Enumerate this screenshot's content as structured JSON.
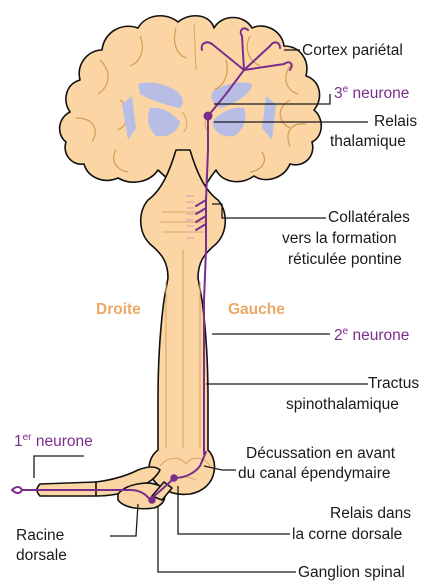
{
  "labels": {
    "cortex": "Cortex pariétal",
    "neuron3_prefix": "3",
    "neuron3_sup": "e",
    "neuron3_suffix": " neurone",
    "relais_thal_1": "Relais",
    "relais_thal_2": "thalamique",
    "collat_1": "Collatérales",
    "collat_2": "vers la formation",
    "collat_3": "réticulée pontine",
    "droite": "Droite",
    "gauche": "Gauche",
    "neuron2_prefix": "2",
    "neuron2_sup": "e",
    "neuron2_suffix": " neurone",
    "tractus_1": "Tractus",
    "tractus_2": "spinothalamique",
    "neuron1_prefix": "1",
    "neuron1_sup": "er",
    "neuron1_suffix": " neurone",
    "decuss_1": "Décussation en avant",
    "decuss_2": "du canal épendymaire",
    "relais_dors_1": "Relais dans",
    "relais_dors_2": "la corne dorsale",
    "racine_1": "Racine",
    "racine_2": "dorsale",
    "ganglion": "Ganglion spinal"
  },
  "colors": {
    "tissue": "#fbd6a4",
    "ventricle": "#b8bde6",
    "neuron": "#7b2d8c",
    "side_label": "#eda766",
    "outline": "#111111"
  }
}
